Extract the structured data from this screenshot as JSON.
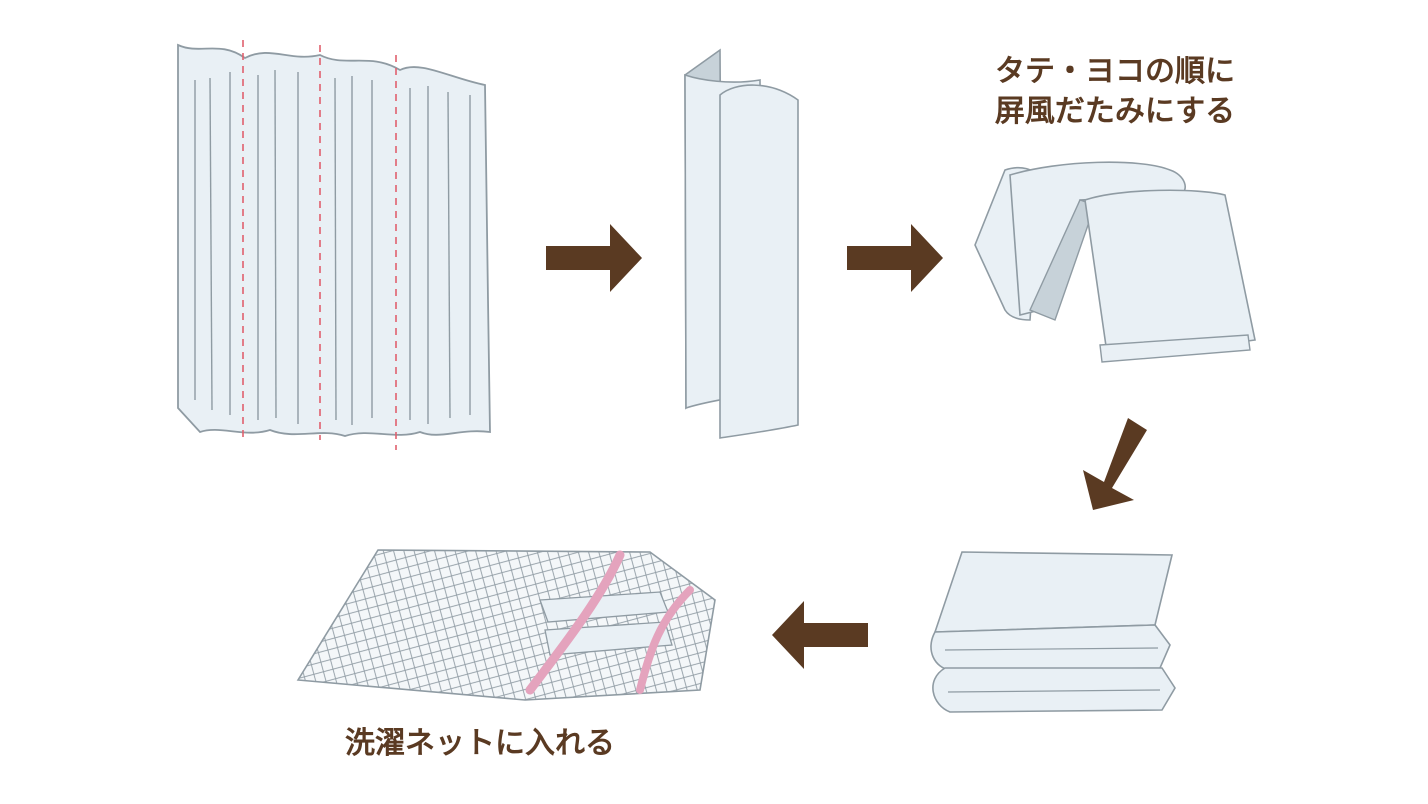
{
  "captions": {
    "fold_line1": "タテ・ヨコの順に",
    "fold_line2": "屏風だたみにする",
    "net": "洗濯ネットに入れる"
  },
  "colors": {
    "arrow": "#5a3a22",
    "fabric_fill": "#e9f0f5",
    "fabric_shadow": "#c7d2d9",
    "fabric_outline": "#8f9ba3",
    "fold_line": "#e0606e",
    "net_zip": "#e4a3bd",
    "caption_text": "#5a3a22"
  }
}
